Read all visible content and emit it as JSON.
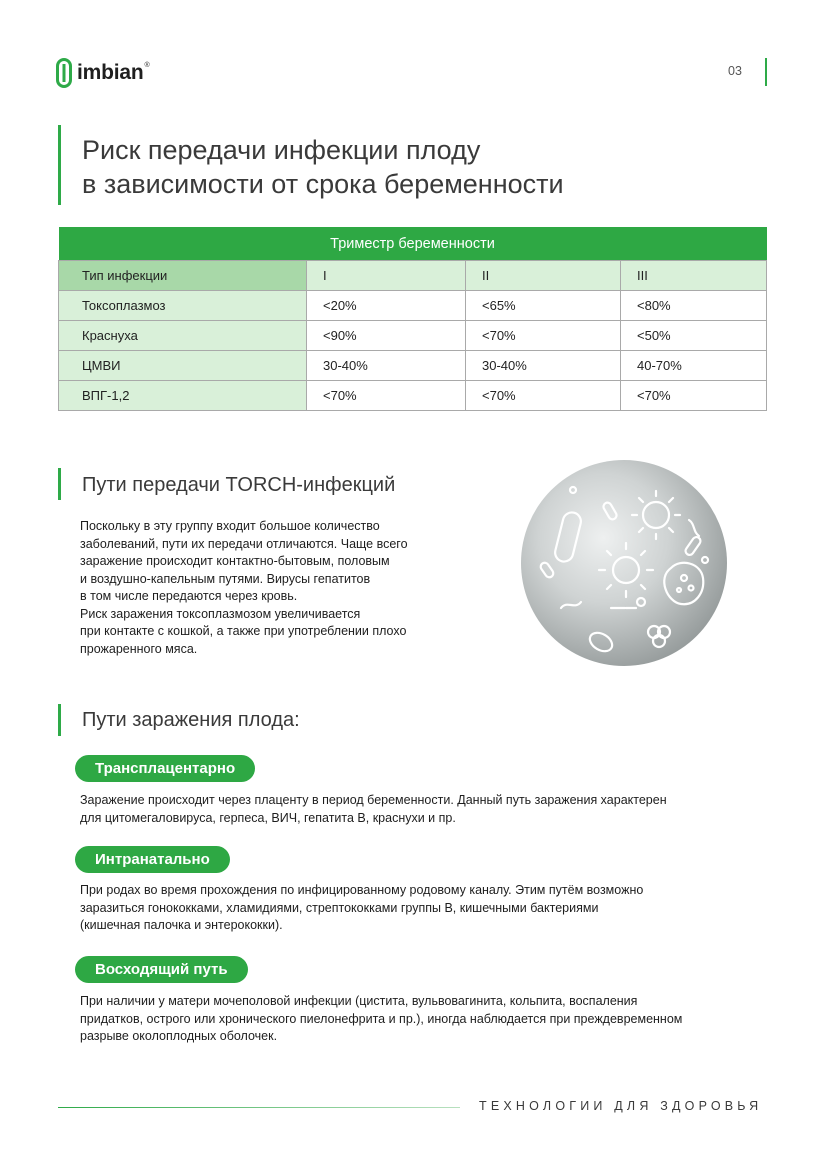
{
  "header": {
    "logo_text": "imbian",
    "logo_reg": "®",
    "page_number": "03"
  },
  "title": {
    "line1": "Риск передачи инфекции плоду",
    "line2": "в зависимости от срока беременности"
  },
  "table": {
    "caption": "Триместр беременности",
    "header": [
      "Тип инфекции",
      "I",
      "II",
      "III"
    ],
    "rows": [
      [
        "Токсоплазмоз",
        "<20%",
        "<65%",
        "<80%"
      ],
      [
        "Краснуха",
        "<90%",
        "<70%",
        "<50%"
      ],
      [
        "ЦМВИ",
        "30-40%",
        "30-40%",
        "40-70%"
      ],
      [
        "ВПГ-1,2",
        "<70%",
        "<70%",
        "<70%"
      ]
    ]
  },
  "torch": {
    "title": "Пути передачи TORCH-инфекций",
    "lines": [
      "Поскольку в эту группу входит большое количество",
      "заболеваний, пути их передачи отличаются. Чаще всего",
      "заражение происходит контактно-бытовым, половым",
      "и воздушно-капельным путями. Вирусы гепатитов",
      "в том числе передаются через кровь.",
      "Риск заражения токсоплазмозом увеличивается",
      "при контакте с кошкой, а также при употреблении плохо",
      "прожаренного мяса."
    ]
  },
  "routes": {
    "title": "Пути заражения плода:",
    "items": [
      {
        "label": "Трансплацентарно",
        "lines": [
          "Заражение происходит через плаценту в период беременности. Данный путь заражения характерен",
          "для цитомегаловируса, герпеса, ВИЧ, гепатита В, краснухи и пр."
        ]
      },
      {
        "label": "Интранатально",
        "lines": [
          "При родах во время прохождения по инфицированному родовому каналу. Этим путём возможно",
          "заразиться гонококками, хламидиями, стрептококками группы В, кишечными бактериями",
          "(кишечная палочка и энтерококки)."
        ]
      },
      {
        "label": "Восходящий путь",
        "lines": [
          "При наличии у матери мочеполовой инфекции (цистита, вульвовагинита, кольпита, воспаления",
          "придатков, острого или хронического пиелонефрита и пр.), иногда наблюдается при преждевременном",
          "разрыве околоплодных оболочек."
        ]
      }
    ]
  },
  "footer": {
    "tagline": "ТЕХНОЛОГИИ ДЛЯ ЗДОРОВЬЯ"
  },
  "colors": {
    "accent": "#2ea844",
    "table_sub": "#d9f0d9",
    "table_label": "#a8d8a8"
  },
  "icons": [
    "imbian-logo-icon",
    "microbes-illustration"
  ]
}
